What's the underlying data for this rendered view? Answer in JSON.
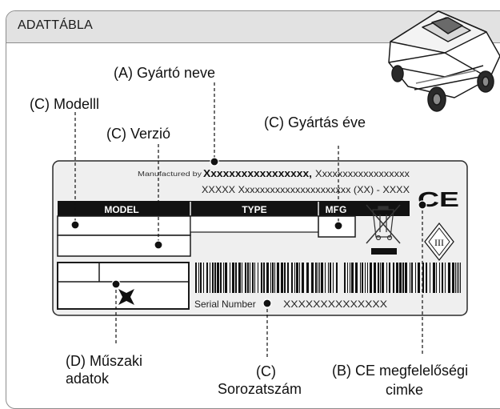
{
  "header": {
    "title": "ADATTÁBLA"
  },
  "callouts": {
    "manufacturer": "(A) Gyártó neve",
    "model": "(C) Modelll",
    "version": "(C) Verzió",
    "year": "(C) Gyártás éve",
    "technical_line1": "(D) Műszaki",
    "technical_line2": "adatok",
    "serial_line1": "(C)",
    "serial_line2": "Sorozatszám",
    "ce_line1": "(B) CE megfelelőségi",
    "ce_line2": "cimke"
  },
  "plate": {
    "manufactured_by": "Manufactured by",
    "manufacturer_name": "Xxxxxxxxxxxxxxxxx,",
    "address_line1": "Xxxxxxxxxxxxxxxxxx",
    "address_line2": "XXXXX Xxxxxxxxxxxxxxxxxxxxxx (XX) - XXXX",
    "model_header": "MODEL",
    "type_header": "TYPE",
    "mfg_header": "MFG",
    "serial_label": "Serial Number",
    "serial_value": "XXXXXXXXXXXXXX",
    "ce_mark": "CE",
    "class_mark": "III"
  },
  "icons": [
    "robot-mower-icon",
    "weee-bin-icon",
    "ce-mark-icon",
    "class-iii-icon",
    "fan-icon"
  ]
}
